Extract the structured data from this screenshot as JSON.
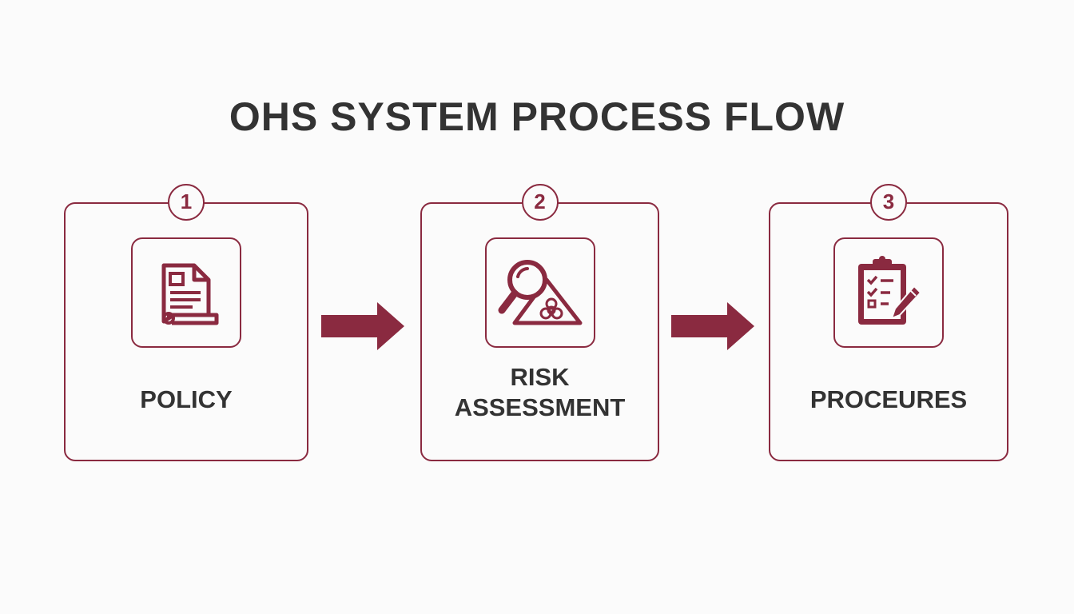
{
  "diagram": {
    "title": "OHS SYSTEM PROCESS FLOW",
    "accent_color": "#8a2a40",
    "text_color": "#333333",
    "steps": [
      {
        "number": "1",
        "label": "POLICY",
        "icon": "document-icon"
      },
      {
        "number": "2",
        "label": "RISK\nASSESSMENT",
        "icon": "magnifier-biohazard-icon"
      },
      {
        "number": "3",
        "label": "PROCEURES",
        "icon": "clipboard-checklist-icon"
      }
    ],
    "connectors": [
      "arrow-right-icon",
      "arrow-right-icon"
    ]
  }
}
